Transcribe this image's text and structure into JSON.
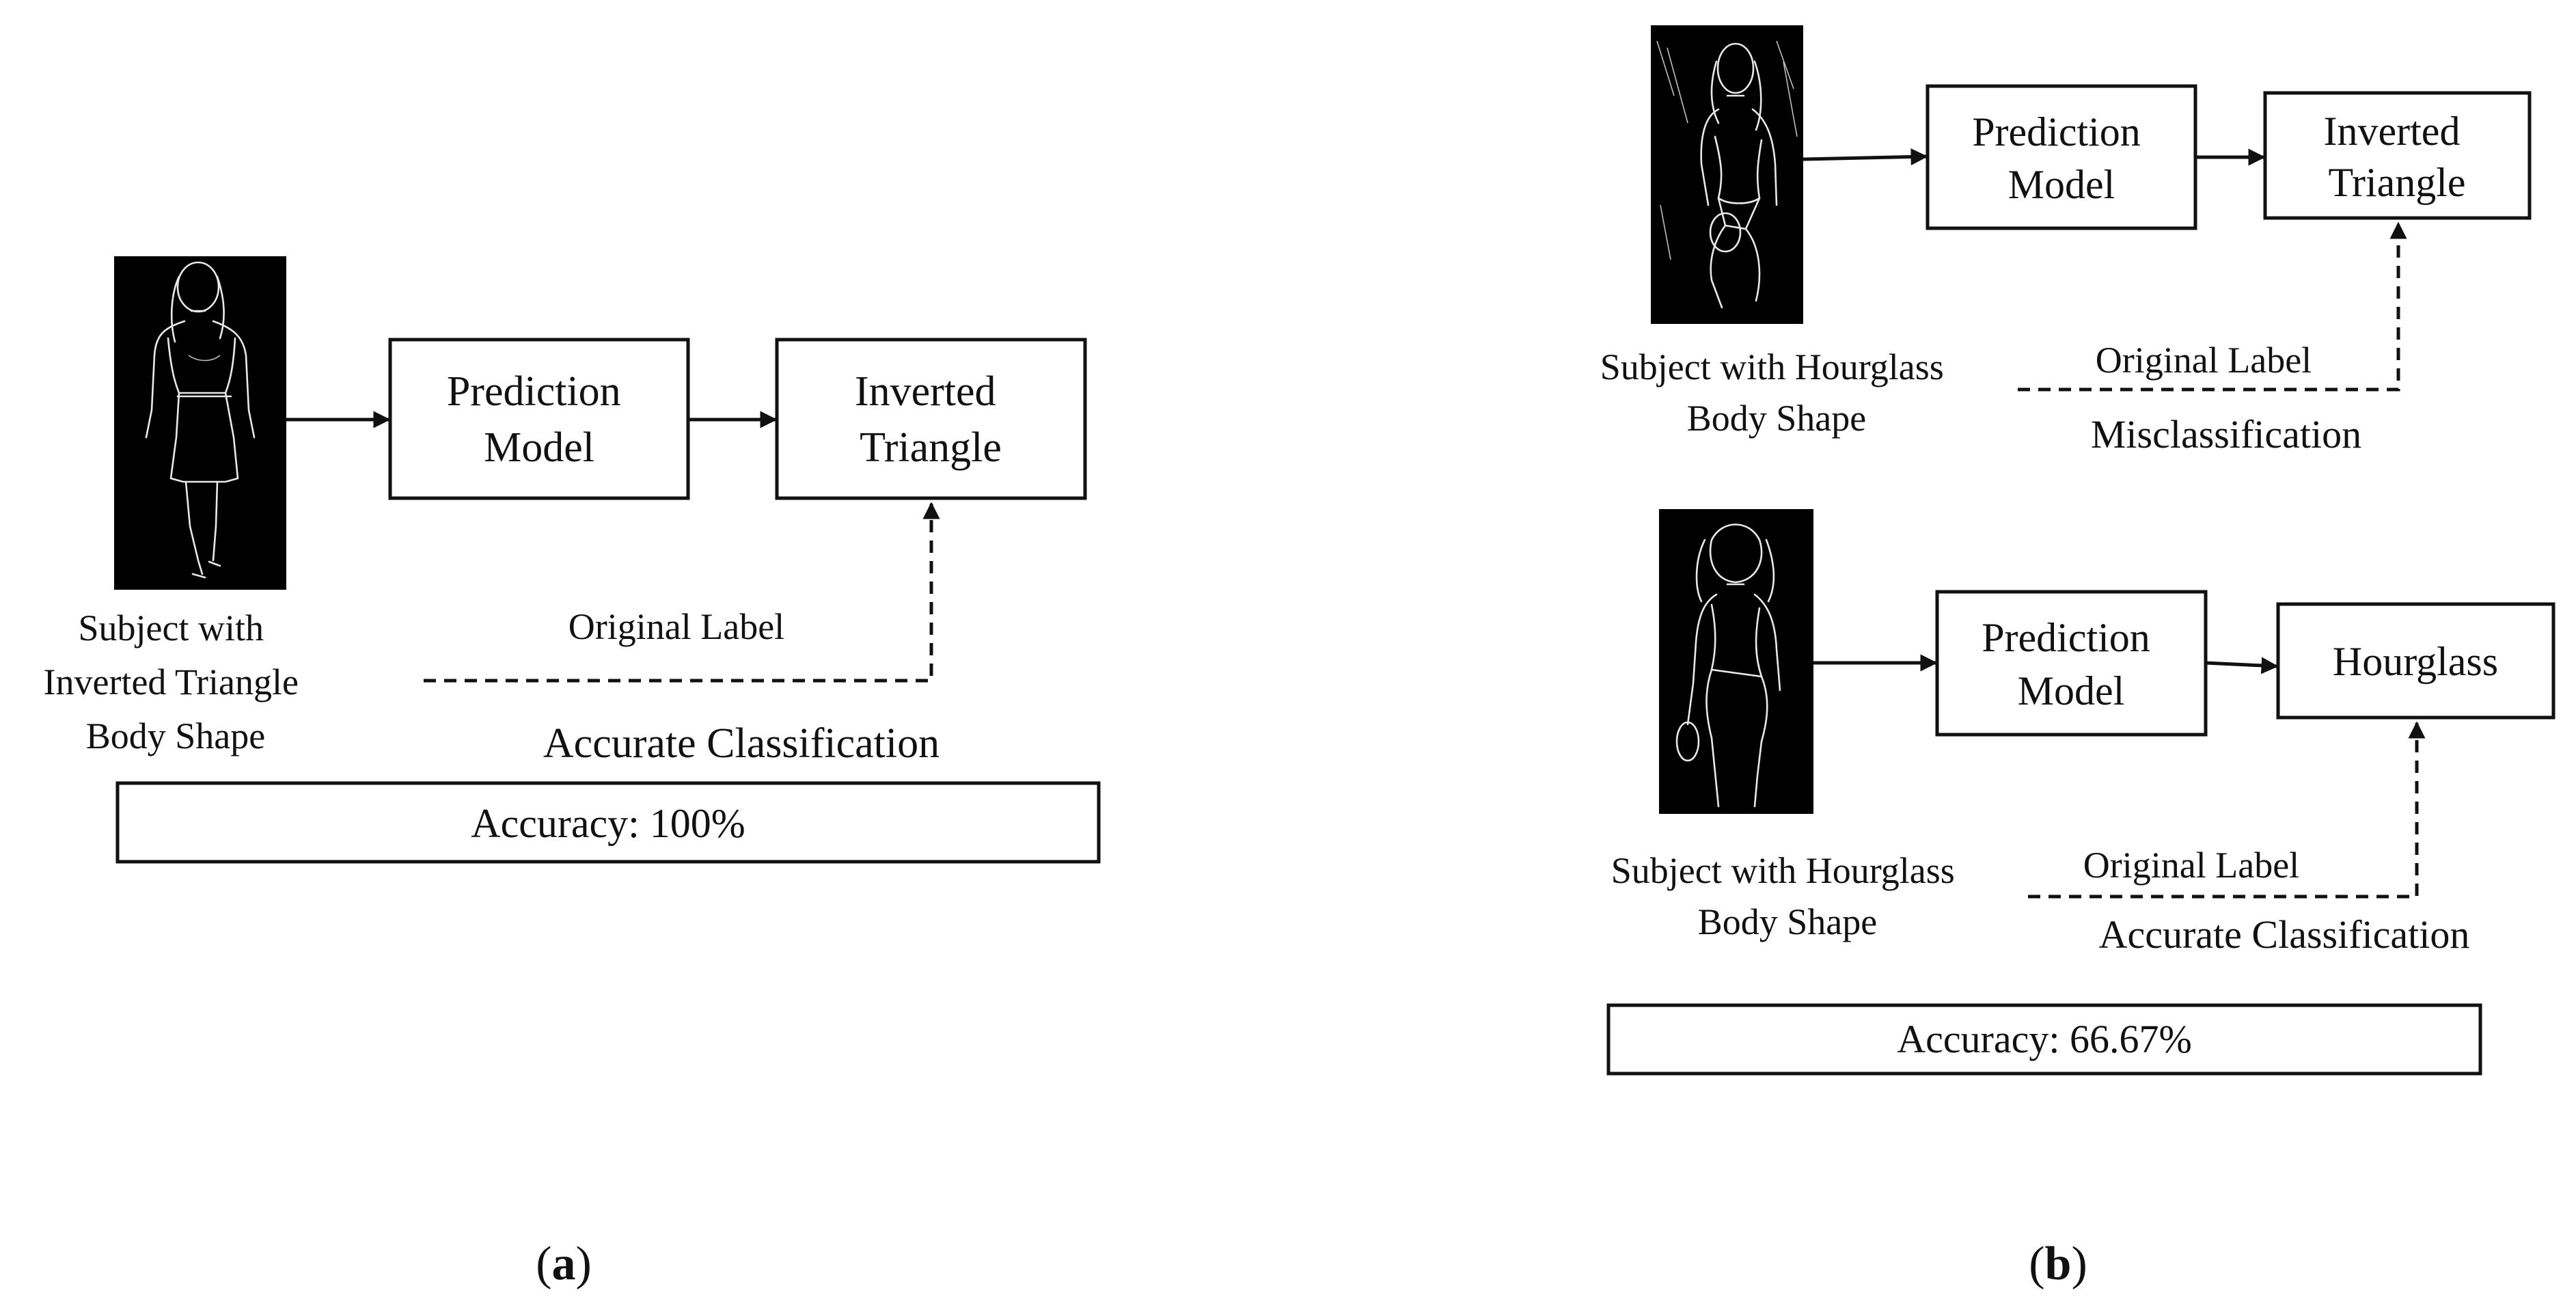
{
  "panel_a": {
    "subject_caption": [
      "Subject with",
      "Inverted Triangle",
      "Body Shape"
    ],
    "model_label": [
      "Prediction",
      "Model"
    ],
    "output_label": [
      "Inverted",
      "Triangle"
    ],
    "original_label": "Original Label",
    "result": "Accurate Classification",
    "accuracy": "Accuracy: 100%",
    "panel_letter": "a"
  },
  "panel_b": {
    "row1": {
      "subject_caption": [
        "Subject with Hourglass",
        "Body Shape"
      ],
      "model_label": [
        "Prediction",
        "Model"
      ],
      "output_label": [
        "Inverted",
        "Triangle"
      ],
      "original_label": "Original Label",
      "result": "Misclassification"
    },
    "row2": {
      "subject_caption": [
        "Subject with Hourglass",
        "Body Shape"
      ],
      "model_label": [
        "Prediction",
        "Model"
      ],
      "output_label": [
        "Hourglass"
      ],
      "original_label": "Original Label",
      "result": "Accurate Classification"
    },
    "accuracy": "Accuracy: 66.67%",
    "panel_letter": "b"
  },
  "colors": {
    "line": "#111111",
    "photo_bg": "#000000",
    "edge": "#e8e8e8"
  }
}
